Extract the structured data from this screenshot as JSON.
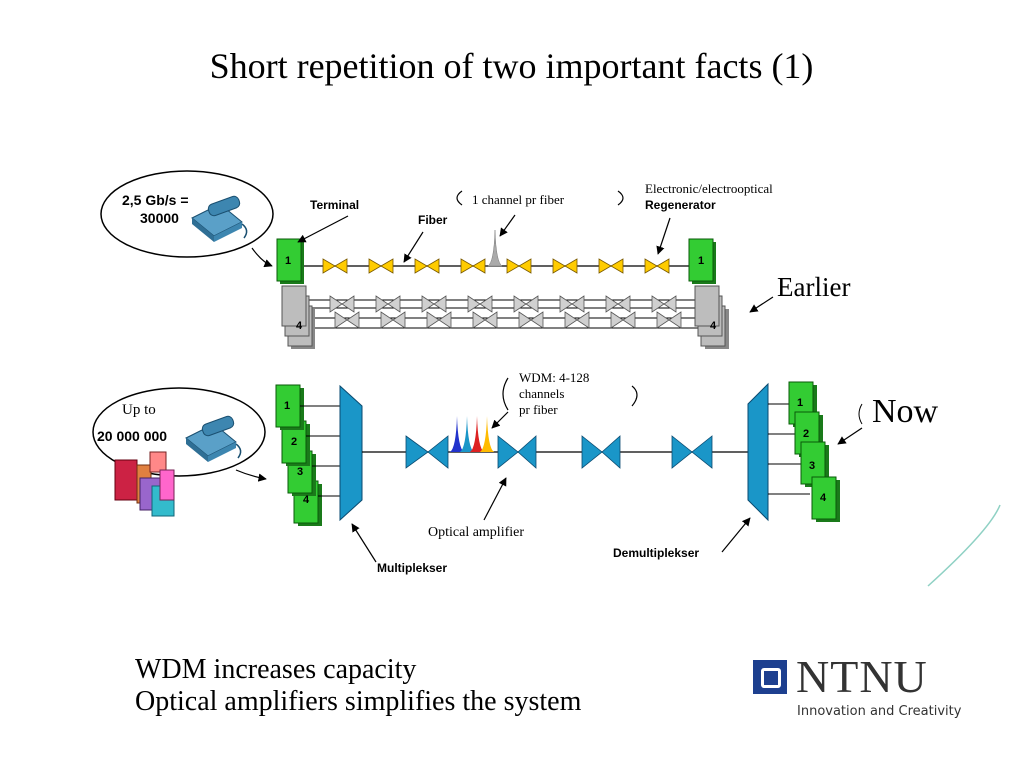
{
  "slide": {
    "title": "Short repetition of two important facts (1)",
    "bottom_line1": "WDM increases capacity",
    "bottom_line2": "Optical amplifiers simplifies the system"
  },
  "earlier_system": {
    "capacity_line1": "2,5 Gb/s =",
    "capacity_line2": "30000",
    "terminal_label": "Terminal",
    "fiber_label": "Fiber",
    "channel_label": "1 channel pr fiber",
    "regenerator_line1": "Electronic/electrooptical",
    "regenerator_line2": "Regenerator",
    "tag": "Earlier",
    "left_terminal_numbers": [
      "1",
      "4"
    ],
    "right_terminal_numbers": [
      "1",
      "4"
    ]
  },
  "now_system": {
    "capacity_line1": "Up to",
    "capacity_line2": "20 000 000",
    "wdm_line1": "WDM: 4-128",
    "wdm_line2": "channels",
    "wdm_line3": "pr fiber",
    "amplifier_label": "Optical amplifier",
    "mux_label": "Multiplekser",
    "demux_label": "Demultiplekser",
    "tag": "Now",
    "left_terminal_numbers": [
      "1",
      "2",
      "3",
      "4"
    ],
    "right_terminal_numbers": [
      "1",
      "2",
      "3",
      "4"
    ]
  },
  "logo": {
    "name": "NTNU",
    "tagline": "Innovation and Creativity"
  },
  "colors": {
    "terminal_green": "#33cc33",
    "terminal_gray": "#bdbdbd",
    "regenerator_yellow": "#ffcc00",
    "amplifier_blue": "#1a96c8",
    "logo_blue": "#1d3f8f",
    "wdm_spectrum": [
      "#2233cc",
      "#1a96c8",
      "#dd2222",
      "#ffbb00"
    ]
  }
}
